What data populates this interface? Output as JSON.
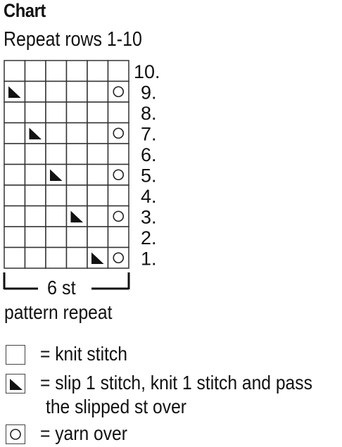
{
  "title": "Chart",
  "subtitle": "Repeat rows 1-10",
  "chart": {
    "columns": 6,
    "rows": [
      {
        "label": "10.",
        "cells": [
          "",
          "",
          "",
          "",
          "",
          ""
        ]
      },
      {
        "label": "9.",
        "cells": [
          "slip",
          "",
          "",
          "",
          "",
          "yo"
        ]
      },
      {
        "label": "8.",
        "cells": [
          "",
          "",
          "",
          "",
          "",
          ""
        ]
      },
      {
        "label": "7.",
        "cells": [
          "",
          "slip",
          "",
          "",
          "",
          "yo"
        ]
      },
      {
        "label": "6.",
        "cells": [
          "",
          "",
          "",
          "",
          "",
          ""
        ]
      },
      {
        "label": "5.",
        "cells": [
          "",
          "",
          "slip",
          "",
          "",
          "yo"
        ]
      },
      {
        "label": "4.",
        "cells": [
          "",
          "",
          "",
          "",
          "",
          ""
        ]
      },
      {
        "label": "3.",
        "cells": [
          "",
          "",
          "",
          "slip",
          "",
          "yo"
        ]
      },
      {
        "label": "2.",
        "cells": [
          "",
          "",
          "",
          "",
          "",
          ""
        ]
      },
      {
        "label": "1.",
        "cells": [
          "",
          "",
          "",
          "",
          "slip",
          "yo"
        ]
      }
    ],
    "stitch_count_label": "6 st",
    "repeat_label": "pattern repeat"
  },
  "legend": [
    {
      "symbol": "knit",
      "icon": "empty-square-icon",
      "text": "= knit stitch",
      "text2": ""
    },
    {
      "symbol": "slip",
      "icon": "black-triangle-icon",
      "text": "= slip 1 stitch, knit 1 stitch and pass",
      "text2": "the slipped st over"
    },
    {
      "symbol": "yo",
      "icon": "circle-icon",
      "text": "= yarn over",
      "text2": ""
    }
  ]
}
